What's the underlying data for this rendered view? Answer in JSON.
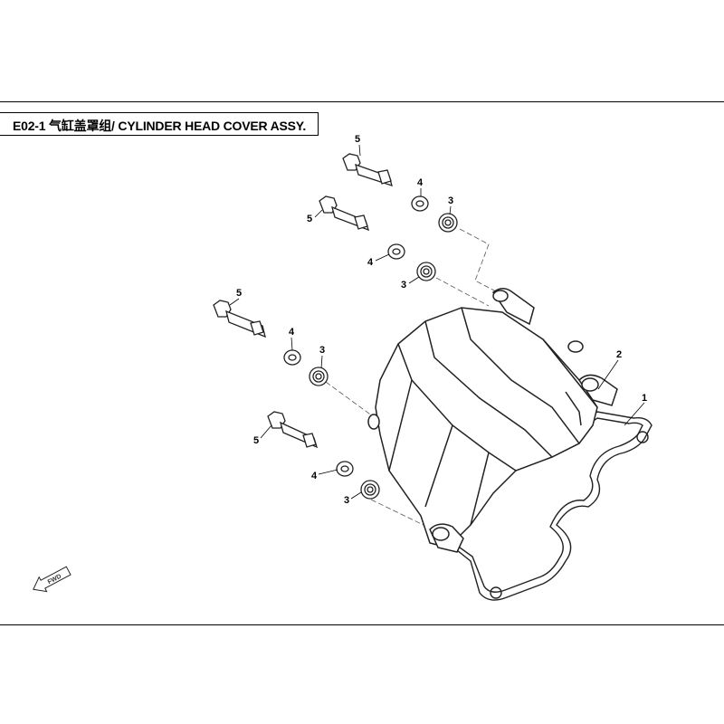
{
  "title": "E02-1 气缸盖罩组/ CYLINDER HEAD COVER ASSY.",
  "fwd_label": "FWD",
  "callouts": [
    "1",
    "2",
    "3",
    "3",
    "3",
    "3",
    "4",
    "4",
    "4",
    "4",
    "5",
    "5",
    "5",
    "5"
  ]
}
